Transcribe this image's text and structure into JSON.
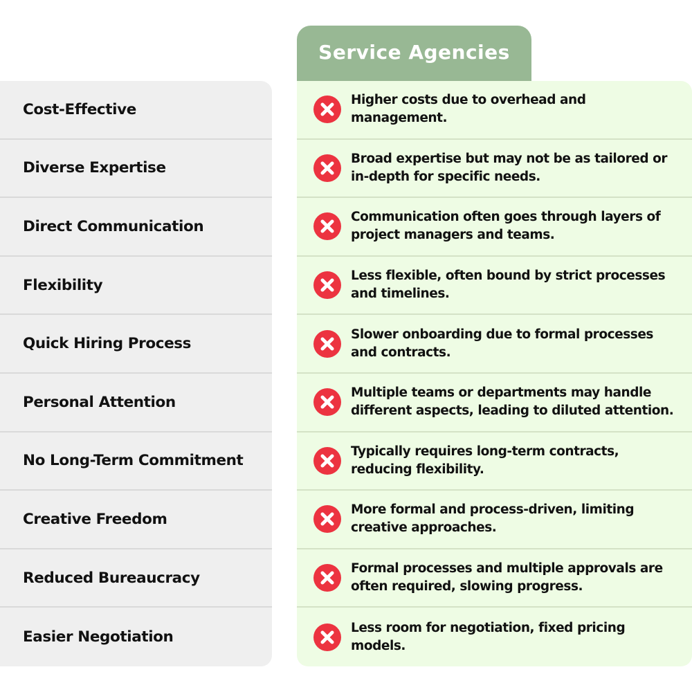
{
  "header": {
    "title": "Service Agencies"
  },
  "colors": {
    "header_bg": "#98b894",
    "header_text": "#ffffff",
    "left_bg": "#efefef",
    "right_bg": "#eefce4",
    "icon_red": "#ec3340",
    "icon_x": "#ffffff"
  },
  "features": [
    {
      "label": "Cost-Effective",
      "icon": "x-circle-icon",
      "description": "Higher costs due to overhead and management."
    },
    {
      "label": "Diverse Expertise",
      "icon": "x-circle-icon",
      "description": "Broad expertise but may not be as tailored or in-depth for specific needs."
    },
    {
      "label": "Direct Communication",
      "icon": "x-circle-icon",
      "description": "Communication often goes through layers of project managers and teams."
    },
    {
      "label": "Flexibility",
      "icon": "x-circle-icon",
      "description": "Less flexible, often bound by strict processes and timelines."
    },
    {
      "label": "Quick Hiring Process",
      "icon": "x-circle-icon",
      "description": "Slower onboarding due to formal processes and contracts."
    },
    {
      "label": "Personal Attention",
      "icon": "x-circle-icon",
      "description": "Multiple teams or departments may handle different aspects, leading to diluted attention."
    },
    {
      "label": "No Long-Term Commitment",
      "icon": "x-circle-icon",
      "description": "Typically requires long-term contracts, reducing flexibility."
    },
    {
      "label": "Creative Freedom",
      "icon": "x-circle-icon",
      "description": "More formal and process-driven, limiting creative approaches."
    },
    {
      "label": "Reduced Bureaucracy",
      "icon": "x-circle-icon",
      "description": "Formal processes and multiple approvals are often required, slowing progress."
    },
    {
      "label": "Easier Negotiation",
      "icon": "x-circle-icon",
      "description": "Less room for negotiation, fixed pricing models."
    }
  ]
}
